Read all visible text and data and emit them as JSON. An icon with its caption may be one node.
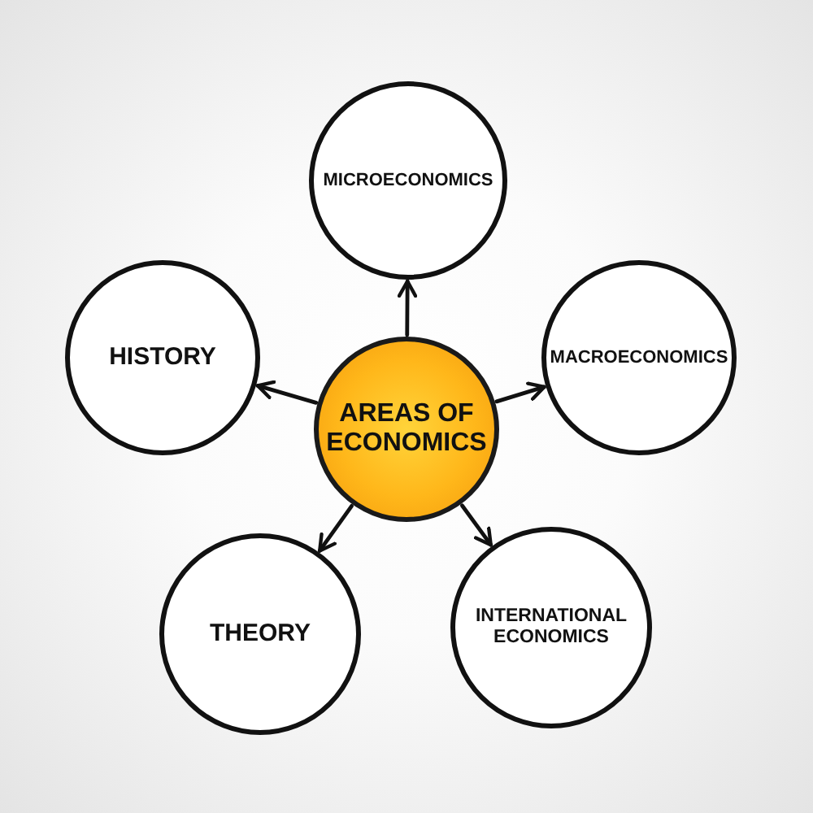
{
  "diagram": {
    "nodes": [
      {
        "text": [
          "MICROECONOMICS"
        ]
      },
      {
        "text": [
          "HISTORY"
        ]
      },
      {
        "text": [
          "AREAS OF ECONOMICS"
        ]
      },
      {
        "text": [
          "MACROECONOMICS"
        ]
      },
      {
        "text": [
          "THEORY"
        ]
      },
      {
        "text": [
          "INTERNATIONAL ECONOMICS"
        ]
      }
    ],
    "edges": [
      {
        "from": 2,
        "to": 0,
        "arrow": "to"
      },
      {
        "from": 2,
        "to": 3,
        "arrow": "to"
      },
      {
        "from": 2,
        "to": 5,
        "arrow": "to"
      },
      {
        "from": 2,
        "to": 4,
        "arrow": "to"
      },
      {
        "from": 2,
        "to": 1,
        "arrow": "to"
      }
    ]
  }
}
